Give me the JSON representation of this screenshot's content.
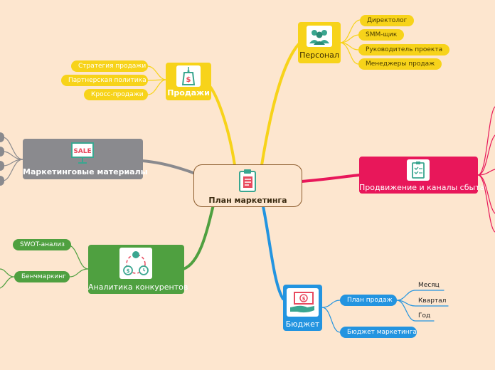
{
  "central": {
    "label": "План маркетинга",
    "icon": "clipboard-document-icon"
  },
  "branches": {
    "personnel": {
      "label": "Персонал",
      "icon": "team-people-icon",
      "color": "#f7d31a",
      "items": [
        "Директолог",
        "SMM-щик",
        "Руководитель проекта",
        "Менеджеры продаж"
      ]
    },
    "sales": {
      "label": "Продажи",
      "icon": "price-tag-dollar-icon",
      "color": "#f7d31a",
      "items": [
        "Стратегия продажи",
        "Партнерская политика",
        "Кросс-продажи"
      ]
    },
    "materials": {
      "label": "Маркетинговые материалы",
      "icon": "sale-sign-icon",
      "color": "#8a8a8e"
    },
    "promotion": {
      "label": "Продвижение и каналы сбыта",
      "icon": "checklist-icon",
      "color": "#e8175a"
    },
    "analytics": {
      "label": "Аналитика конкурентов",
      "icon": "competitor-cycle-icon",
      "color": "#4fa040",
      "items": [
        "SWOT-анализ",
        "Бенчмаркинг"
      ]
    },
    "budget": {
      "label": "Бюджет",
      "icon": "money-hand-icon",
      "color": "#2394e0",
      "items": [
        "План продаж",
        "Бюджет маркетинга"
      ],
      "plan_sub": [
        "Месяц",
        "Квартал",
        "Год"
      ]
    }
  }
}
